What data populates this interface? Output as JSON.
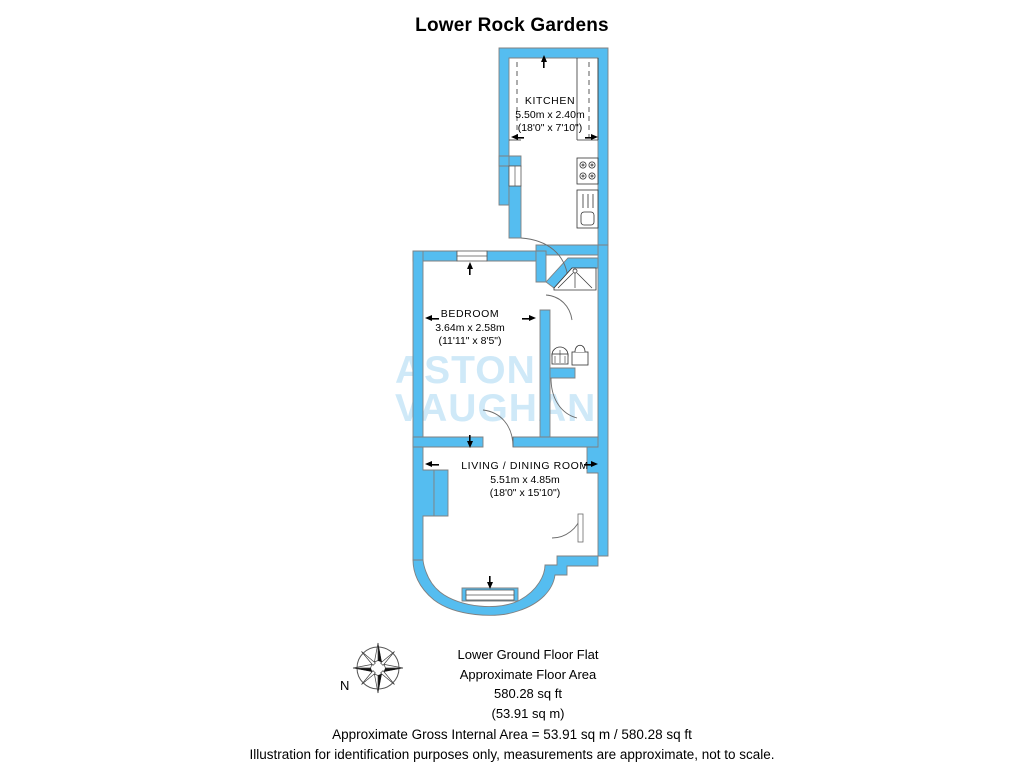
{
  "title": "Lower Rock Gardens",
  "watermark": {
    "line1": "ASTON",
    "line2": "VAUGHAN"
  },
  "colors": {
    "wall": "#55bdf0",
    "wall_outline": "#7a7a7a",
    "text": "#000000",
    "watermark": "#cfe9f8",
    "background": "#ffffff"
  },
  "rooms": [
    {
      "id": "kitchen",
      "name": "KITCHEN",
      "metric": "5.50m x 2.40m",
      "imperial": "(18'0\" x 7'10\")"
    },
    {
      "id": "bedroom",
      "name": "BEDROOM",
      "metric": "3.64m x 2.58m",
      "imperial": "(11'11\" x 8'5\")"
    },
    {
      "id": "living",
      "name": "LIVING / DINING ROOM",
      "metric": "5.51m x 4.85m",
      "imperial": "(18'0\" x 15'10\")"
    }
  ],
  "fixtures": [
    "hob-icon",
    "sink-icon",
    "bath-icon",
    "toilet-icon",
    "basin-icon"
  ],
  "compass": {
    "north_label": "N",
    "icon": "compass-rose-icon"
  },
  "area_block": {
    "line1": "Lower Ground Floor Flat",
    "line2": "Approximate Floor Area",
    "line3": "580.28 sq ft",
    "line4": "(53.91 sq m)"
  },
  "footer": {
    "line1": "Approximate Gross Internal Area = 53.91 sq m / 580.28 sq ft",
    "line2": "Illustration for identification purposes only, measurements are approximate, not to scale."
  }
}
